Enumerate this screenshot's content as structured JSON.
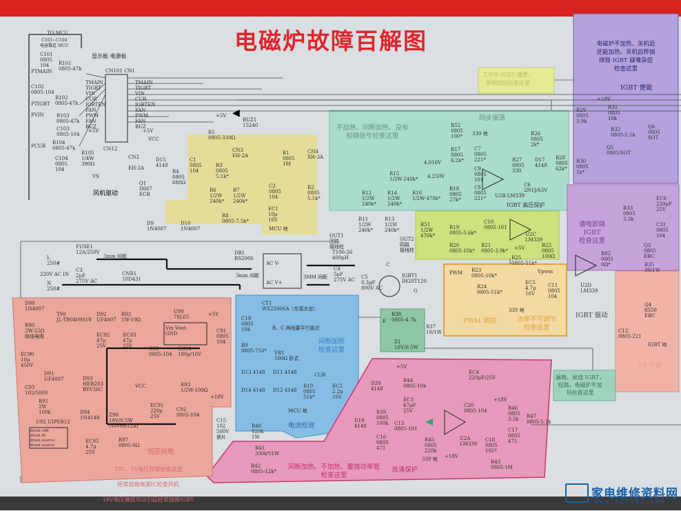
{
  "title": "电磁炉故障百解图",
  "colors": {
    "title": "#e0262c",
    "band": "#d8231f",
    "paper": "#d9dfe2"
  },
  "mcu": {
    "header": "TO MCU",
    "note": "C101~C104\n电容靠近 MCU",
    "pins": [
      "PTMAIN",
      "PTIGBT",
      "PVIN",
      "PCUR"
    ],
    "parts": [
      "C101\n0805\n104",
      "R101\n0805-47k",
      "C102\n0805-104",
      "R102\n0805-47k",
      "R103\n0805-47k",
      "C103\n0805-104",
      "R104\n0805-47k",
      "C104\n0805\n104"
    ]
  },
  "connector": {
    "boards": "显示板   电源板",
    "name": "CN101  CN1",
    "name2": "CN12",
    "signals": [
      "TMAIN",
      "TIGBT",
      "VIN",
      "CUR",
      "IGBTEN",
      "FAN",
      "PWM",
      "FAN",
      "BUZ"
    ],
    "r105": "R105\n1/4W\n390Ω",
    "vs": "VS",
    "plus5v": "+5V"
  },
  "fan": {
    "label": "风机驱动",
    "cn2": "CN2\n\nEH-2A",
    "q1": "Q1\nD667\nECB",
    "d15": "D15\n4148",
    "r4": "R4\n0805\n680Ω",
    "vcc": "VCC"
  },
  "buzzer": {
    "buz": "BUZ1\n15240",
    "r5": "R5\n0805-330Ω",
    "v": "+5V"
  },
  "sensor": {
    "c1": "C1\n0805\n104",
    "r3": "R3\n0805\n5.1k*",
    "cn3": "CN3\nEH-2A",
    "r6": "R6\n1/2W\n240k*",
    "r7": "R7\n1/2W\n240k*",
    "r8": "R8\n0805-7.5k*",
    "ec1": "EC1\n10μ\n16V",
    "mcu_gnd": "MCU 地",
    "r1": "R1\n0805\n1M",
    "cn4": "CN4\nXH-3A",
    "c2": "C2\n0805\n104",
    "r2": "R2\n0805\n5.1k*",
    "d9": "D9\n1N4007",
    "d10": "D10\n1N4007"
  },
  "mains": {
    "l": "L\n250#",
    "n": "N\n250#",
    "ac_in": "220V AC IN",
    "fuse": "FUSE1\n12A/250V",
    "gap1": "3mm 间距",
    "c3": "C3\n2μF\n275V AC",
    "cnr1": "CNR1\n10D431",
    "db1": "DB1\nRS2006",
    "gap2": "3mm 间距",
    "gap3": "3MM 间距",
    "l1": "T106-26\n400μH",
    "c4": "C4\n5μF\n275V AC",
    "c5": "C5\n0.3μF\n800V AC",
    "igbt": "IGBT1\nIH20T120",
    "out1": "OUT1\n回路\n接线柱",
    "out2": "OUT2\n四路\n接线柱",
    "r11": "R11\n1/2W\n240k*",
    "r13": "R13\n1/2W\n240k*",
    "r12": "R12\n1/2W\n240k*",
    "r14": "R14\n1/2W\n240k*"
  },
  "sync": {
    "note": "不加热、间断加热、没有\n检锅信号检查这里",
    "label": "同步振荡",
    "hv": "IGBT 高压保护",
    "v1": "4.016V",
    "v2": "4.250V",
    "gnd": "339 地",
    "r52": "R52\n0805\n100*",
    "r17": "R17\n0805\n6.2k*",
    "c7": "C7\n0805\n221*",
    "c9": "C9\n0805\n101",
    "c8": "C8\n0805\n221*",
    "r18": "R18\n0805\n27k*",
    "r15": "R15\n1/2W-240k*",
    "r16": "R16\n1/2W-470k*",
    "u2b": "U2B LM339",
    "r27": "R27\n0805\n330",
    "d17": "D17\n4148",
    "r26": "R26\n0805\n2k*",
    "r28": "R28\n0805\n62k*",
    "c6": "C6\n2N1J/63V"
  },
  "igbt_note": "工作中 IGBT 爆管，\n移锅烧机检查这里",
  "enable": {
    "note": "电磁炉不加热、关机后\n还能加热、关机后移锅\n烧毁 IGBT 疑难杂症\n检查这里",
    "label": "IGBT 使能",
    "r29": "R29\n0805\n3.9k",
    "r31": "R31\n0805\n10k",
    "r32": "R32\n0805-5.1k",
    "q5": "Q5\n0805/SOT",
    "q6": "Q6\n0805\nSOT",
    "r30": "R30\n0805\n1k*",
    "v18": "+18V"
  },
  "fire": {
    "note": "通电即烧\nIGBT\n检查这里",
    "u2d": "U2D\nLM339",
    "r82": "R82\n0805\n0Ω*",
    "r33": "R33\n0805\n3.3k",
    "ec6": "EC6\n220μF\n25V",
    "c31": "C31\n0805\n104",
    "q3": "Q3\n0805\nEBC",
    "r35": "R35\n30/1W"
  },
  "drive": {
    "label": "IGBT 驱动",
    "q4": "Q4\n8550\nEBC",
    "c12": "C12\n0805-221",
    "gnd": "IGBT 地",
    "note": "Q4 开路"
  },
  "u2c": {
    "r51": "R51\n1/2W\n470k*",
    "r19": "R19\n0805-5.6k*",
    "c10": "C10\n0805-101",
    "r20": "R20\n0805-10k*",
    "r21": "R21\n0805-3.9k*",
    "u2c": "U2C\nLM339",
    "r22": "R22\n0805\n100Ω",
    "r25": "R25\n0805-51k*",
    "v5": "+5V"
  },
  "pwm": {
    "label": "PWM 调控",
    "note": "功率不可调节\n检查这里",
    "pwm": "PWM",
    "vpwm": "Vpwm",
    "r23": "R23\n0805-10k*",
    "r24": "R24\n0805-51k*",
    "ec5": "EC5\n4.7μ\n16V",
    "c11": "C11\n0805\n104",
    "gnd": "339 地"
  },
  "emitter": {
    "r38": "R38\n0805-4.7k",
    "z1": "Z1\n18V/0.5W",
    "r37": "R37\n10/1W",
    "e": "E",
    "g": "G",
    "c": "C"
  },
  "leak_note": "漏电、易烧 IGBT，\n短路，电磁炉不加\n热检查这里",
  "current": {
    "label": "电流检测",
    "note": "间断加热\n检查这里",
    "ct1": "CT1\nWX22006A（东莞大忠）",
    "bc": "B、C 两线要平行靠近",
    "c19": "C19\n0805\n104",
    "r9": "R9\n0805-750*",
    "vr1": "VR1\n500Ω 卧式",
    "d13": "D13 4148",
    "d11": "D11 4148",
    "d14": "D14 4148",
    "d12": "D12 4148",
    "r10": "R10\n0805\n51k*",
    "ec2": "EC2\n2.2μ\n16V",
    "cur": "CUR",
    "gnd": "MCU 地"
  },
  "power": {
    "label": "低压供电",
    "notes": [
      "18V、5V电压异常检查这里",
      "经常烧毁电源IC检查风机",
      "18V电压偏低可以引起经常烧毁IGBT"
    ],
    "d90": "D90\n1N4007",
    "r90": "R90\n2W-22Ω\n绕线电阻",
    "ec90": "EC90\n10μ\n450V",
    "d91": "D91\nUF4007",
    "c93": "C93\n102/500V",
    "r91": "R91\n2W\n100k",
    "u92": "U92 UIPER12",
    "t90": "T90\nJL-TB0409018",
    "d92": "D92\nUF4007",
    "r92": "R92\n1W-10Ω",
    "u90": "U90\n78L05",
    "ec92": "EC92\n47μ\n25V",
    "ec93": "EC93\n47μ\n25V",
    "c90": "C90\n0805-104",
    "ec94": "EC94\n100μ/16V",
    "c91": "C91\n0805\n104",
    "d93": "D93\nHER203\nBYV26C",
    "d94": "D94\n1N4148",
    "zd": "Z90\n18V/0.5W\n(Vi=ref12A)",
    "ec91": "EC91\n220μ\n25V",
    "c92": "C92\n0805-104",
    "r93": "R93\n1/2W-100Ω",
    "r97": "R97\n0805-0Ω",
    "ec95": "EC95\n4.7μ\n25V",
    "v18": "+18V",
    "v5": "+5V",
    "vcc": "VCC",
    "pins": "drain  vdd\ndrain    fb\ndrain source\ndrain source"
  },
  "surge": {
    "label": "浪涌保护",
    "note": "间断加热、不加热、屡烧功率管\n检查这里",
    "c15": "C15\n102\n500V\n瓷片",
    "r40": "R40\n820k\n1W",
    "r41": "R41\n330k*/1W",
    "r42": "R42\n0805-12k*",
    "d20": "D20\n4148",
    "r44": "R44\n0805-10k",
    "ec3": "EC3\n47μF\n25V",
    "d19": "D19\n4148",
    "r39": "R39\n0805\n100k",
    "c16": "C16\n0805\n471",
    "c13": "C13\n0805-101",
    "r45": "R45\n0805\n220k",
    "u2a": "U2A\nLM339",
    "ec4": "EC4\n220μF/25V",
    "c20": "C20\n0805-104",
    "c18": "C18\n0805\n105*",
    "r43": "R43\n0805-1M",
    "r46": "R46\n0805\n3.3k",
    "r47": "R47\n0805-5.1k",
    "c17": "C17\n0805\n471",
    "gnd": "339 地",
    "v18": "+18V",
    "v5": "+5V"
  },
  "watermark": {
    "cn": "家电维修资料网",
    "url": "www.520101.com"
  }
}
